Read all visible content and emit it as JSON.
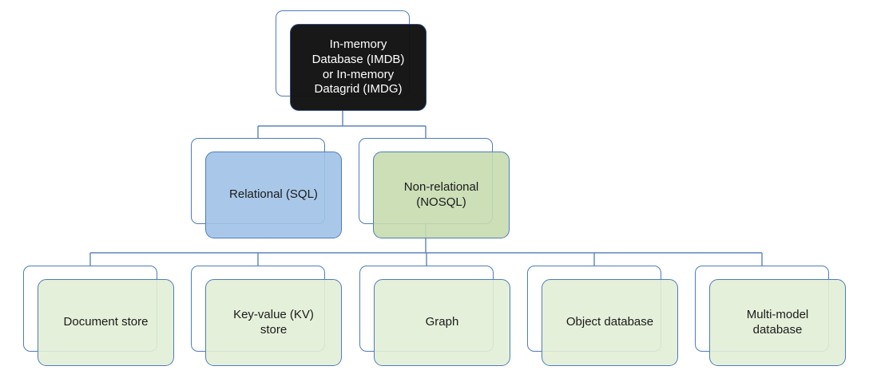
{
  "diagram": {
    "type": "hierarchy-tree",
    "nodes": {
      "root": {
        "label": "In-memory\nDatabase (IMDB)\nor In-memory\nDatagrid (IMDG)"
      },
      "level2": [
        {
          "id": "relational",
          "label": "Relational (SQL)"
        },
        {
          "id": "nonrelational",
          "label": "Non-relational\n(NOSQL)"
        }
      ],
      "children": [
        {
          "label": "Document store"
        },
        {
          "label": "Key-value (KV)\nstore"
        },
        {
          "label": "Graph"
        },
        {
          "label": "Object database"
        },
        {
          "label": "Multi-model\ndatabase"
        }
      ]
    },
    "edges": [
      {
        "from": "root",
        "to": "relational"
      },
      {
        "from": "root",
        "to": "nonrelational"
      },
      {
        "from": "nonrelational",
        "to": "Document store"
      },
      {
        "from": "nonrelational",
        "to": "Key-value (KV) store"
      },
      {
        "from": "nonrelational",
        "to": "Graph"
      },
      {
        "from": "nonrelational",
        "to": "Object database"
      },
      {
        "from": "nonrelational",
        "to": "Multi-model database"
      }
    ],
    "colors": {
      "background": "#FFFFFF",
      "root_fill": "#111111",
      "root_text": "#FFFFFF",
      "relational_fill": "#A7C6E8",
      "nonrelational_fill": "#C9DDB4",
      "child_fill": "#E3EED8",
      "node_border": "#4E7CBB",
      "shadow_fill": "#FFFFFF",
      "connector": "#5E84BC",
      "text": "#1A1A1A"
    }
  }
}
